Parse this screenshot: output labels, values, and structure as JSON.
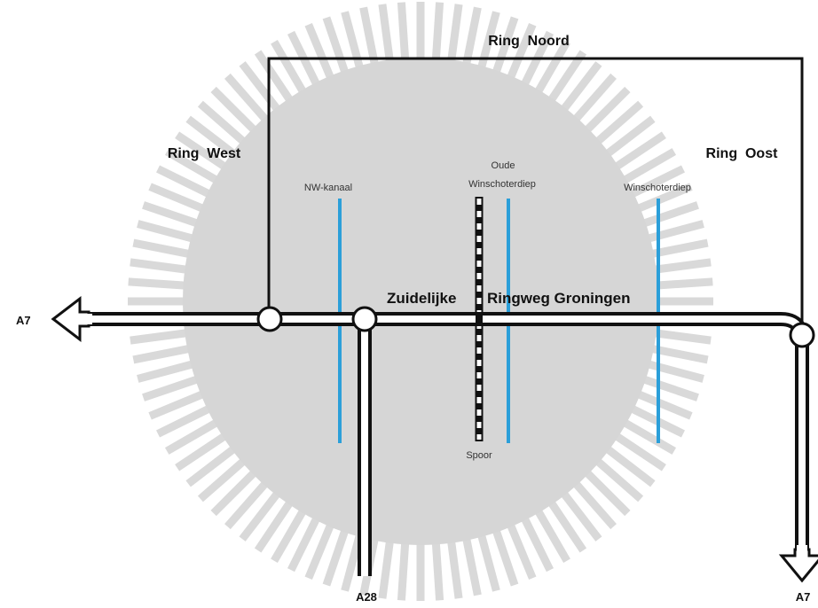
{
  "colors": {
    "background": "#ffffff",
    "city_fill": "#d6d6d6",
    "city_rays": "#d9d9d9",
    "road": "#111111",
    "road_inner": "#ffffff",
    "water": "#2b9fd9",
    "rail": "#111111"
  },
  "roads": {
    "ring_noord": "Ring  Noord",
    "ring_west": "Ring  West",
    "ring_oost": "Ring  Oost",
    "zuidelijke_ringweg_part1": "Zuidelijke",
    "zuidelijke_ringweg_part2": "Ringweg Groningen",
    "a7_west": "A7",
    "a7_south": "A7",
    "a28": "A28"
  },
  "waterways": {
    "nw_kanaal": "NW-kanaal",
    "oude_winschoterdiep_line1": "Oude",
    "oude_winschoterdiep_line2": "Winschoterdiep",
    "winschoterdiep": "Winschoterdiep"
  },
  "railway": {
    "spoor": "Spoor"
  },
  "icons": {
    "city_area": "sunburst-city-icon",
    "junction": "circle-junction-icon",
    "arrow": "hollow-arrow-icon"
  }
}
